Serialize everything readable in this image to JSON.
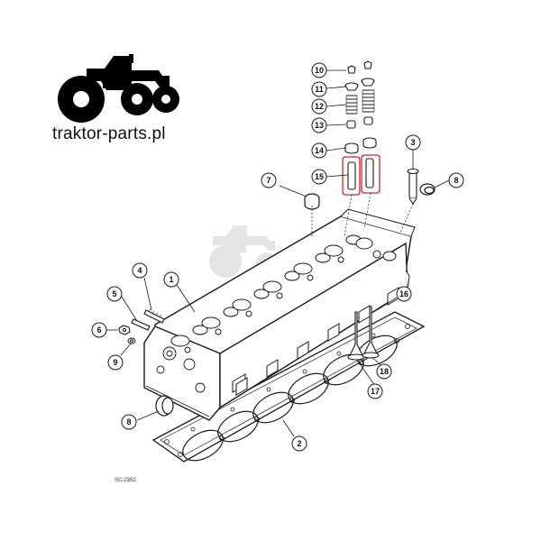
{
  "brand": {
    "logo_text": "traktor-parts.pl",
    "icon": "tractor-icon",
    "watermark_icon": "tractor-watermark-icon"
  },
  "figure_code": "SC-2352",
  "callouts": [
    {
      "id": "callout-1",
      "label": "1"
    },
    {
      "id": "callout-2",
      "label": "2"
    },
    {
      "id": "callout-3",
      "label": "3"
    },
    {
      "id": "callout-4",
      "label": "4"
    },
    {
      "id": "callout-5",
      "label": "5"
    },
    {
      "id": "callout-6",
      "label": "6"
    },
    {
      "id": "callout-7",
      "label": "7"
    },
    {
      "id": "callout-8a",
      "label": "8"
    },
    {
      "id": "callout-8b",
      "label": "8"
    },
    {
      "id": "callout-9",
      "label": "9"
    },
    {
      "id": "callout-10",
      "label": "10"
    },
    {
      "id": "callout-11",
      "label": "11"
    },
    {
      "id": "callout-12",
      "label": "12"
    },
    {
      "id": "callout-13",
      "label": "13"
    },
    {
      "id": "callout-14",
      "label": "14"
    },
    {
      "id": "callout-15",
      "label": "15"
    },
    {
      "id": "callout-16",
      "label": "16"
    },
    {
      "id": "callout-17",
      "label": "17"
    },
    {
      "id": "callout-18",
      "label": "18"
    }
  ],
  "colors": {
    "line": "#1a1a1a",
    "highlight": "#d6232a",
    "watermark": "#c8c8c8",
    "logo": "#000000"
  }
}
